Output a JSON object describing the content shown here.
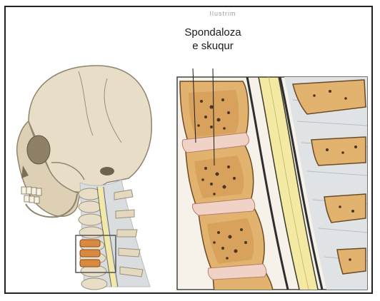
{
  "figure": {
    "label_line1": "Spondaloza",
    "label_line2": "e skuqur",
    "faded_header": "Ilustrim",
    "colors": {
      "bone": "#e8ddc6",
      "bone_shadow": "#b8ab90",
      "vertebra_body": "#e2b36f",
      "vertebra_core": "#c98a3e",
      "marrow_spots": "#4a3320",
      "disc": "#f0d3c6",
      "spinal_cord": "#f3e9a2",
      "cord_outline": "#3a3a2a",
      "soft_tissue": "#d9dde0",
      "frame": "#222222"
    },
    "icons": [
      "skull-illustration",
      "cervical-spine-illustration",
      "magnified-spine-section"
    ]
  }
}
